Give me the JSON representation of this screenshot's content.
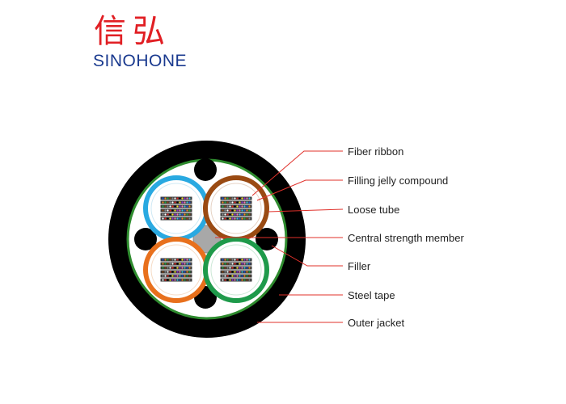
{
  "logo": {
    "chinese": "信弘",
    "english": "SINOHONE"
  },
  "labels": {
    "fiber_ribbon": "Fiber ribbon",
    "filling_jelly": "Filling jelly compound",
    "loose_tube": "Loose tube",
    "central_member": "Central strength member",
    "filler": "Filler",
    "steel_tape": "Steel tape",
    "outer_jacket": "Outer jacket"
  },
  "colors": {
    "outer_jacket": "#000000",
    "steel_tape": "#2e8b2e",
    "tube_blue": "#29a9e1",
    "tube_brown": "#9a4a12",
    "tube_orange": "#e8701c",
    "tube_green": "#1e9a4a",
    "central_member": "#a8a8a8",
    "leader_line": "#e0302a",
    "logo_red": "#e11f24",
    "logo_blue": "#1a3a8f"
  }
}
